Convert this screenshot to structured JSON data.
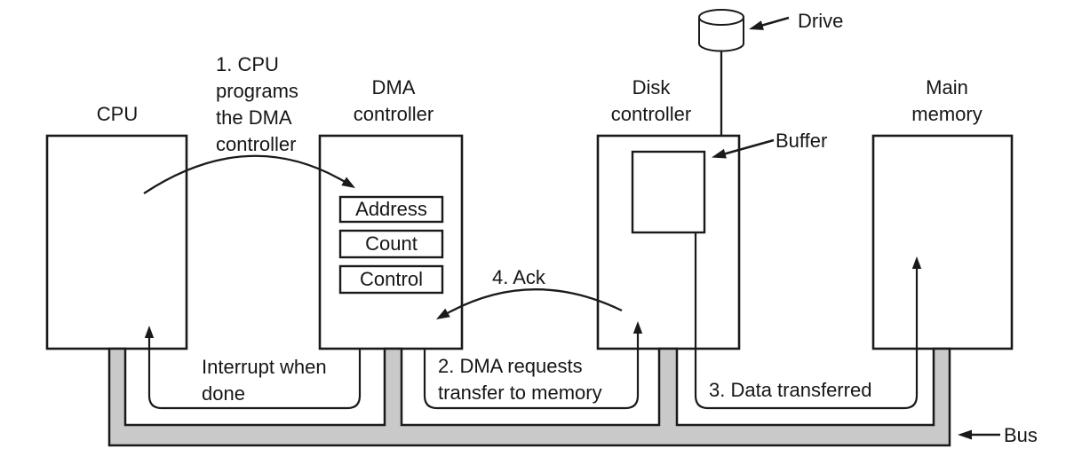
{
  "figure": {
    "description": "DMA transfer diagram",
    "background_color": "#ffffff",
    "ink_color": "#1a1a1a",
    "bus_fill_color": "#c9c9c9"
  },
  "components": {
    "cpu": {
      "label": "CPU"
    },
    "dma": {
      "label": "DMA\ncontroller",
      "registers": [
        "Address",
        "Count",
        "Control"
      ]
    },
    "disk": {
      "label": "Disk\ncontroller",
      "buffer_label": "Buffer"
    },
    "memory": {
      "label": "Main\nmemory"
    },
    "drive": {
      "label": "Drive"
    },
    "bus": {
      "label": "Bus"
    }
  },
  "annotations": {
    "step1": "1. CPU\nprograms\nthe DMA\ncontroller",
    "step2": "2. DMA requests\ntransfer to memory",
    "step3": "3. Data transferred",
    "step4": "4. Ack",
    "interrupt": "Interrupt when\ndone"
  }
}
